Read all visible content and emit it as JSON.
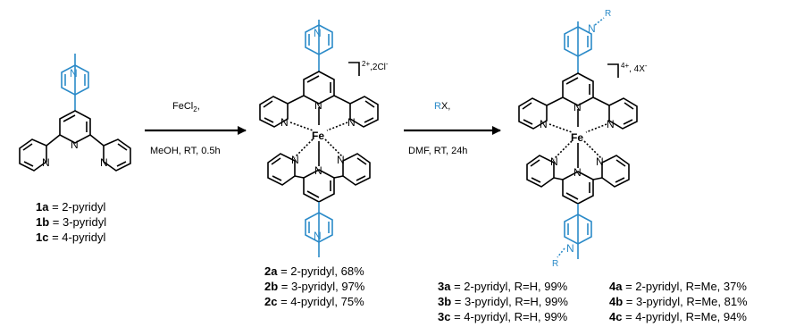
{
  "colors": {
    "accent": "#2a8ac8",
    "bond": "#000000"
  },
  "reaction1": {
    "reagent": "FeCl",
    "reagent_sub": "2",
    "reagent_tail": ",",
    "conditions": "MeOH, RT, 0.5h"
  },
  "reaction2": {
    "reagent_R": "R",
    "reagent_X": "X,",
    "conditions": "DMF, RT, 24h"
  },
  "complex2_charge": {
    "sup": "2+",
    "text": ",2Cl",
    "sup2": "-"
  },
  "complex3_charge": {
    "sup": "4+",
    "text": ", 4X",
    "sup2": "-"
  },
  "compound1": [
    {
      "id": "1a",
      "desc": " = 2-pyridyl"
    },
    {
      "id": "1b",
      "desc": " = 3-pyridyl"
    },
    {
      "id": "1c",
      "desc": " = 4-pyridyl"
    }
  ],
  "compound2": [
    {
      "id": "2a",
      "desc": " = 2-pyridyl, 68%"
    },
    {
      "id": "2b",
      "desc": " = 3-pyridyl, 97%"
    },
    {
      "id": "2c",
      "desc": " = 4-pyridyl, 75%"
    }
  ],
  "compound3": [
    {
      "id": "3a",
      "desc": " = 2-pyridyl, R=H, 99%"
    },
    {
      "id": "3b",
      "desc": " = 3-pyridyl, R=H, 99%"
    },
    {
      "id": "3c",
      "desc": " = 4-pyridyl, R=H, 99%"
    }
  ],
  "compound4": [
    {
      "id": "4a",
      "desc": " = 2-pyridyl, R=Me, 37%"
    },
    {
      "id": "4b",
      "desc": " = 3-pyridyl, R=Me, 81%"
    },
    {
      "id": "4c",
      "desc": " = 4-pyridyl, R=Me, 94%"
    }
  ],
  "atoms": {
    "N": "N",
    "Fe": "Fe",
    "R": "R"
  }
}
